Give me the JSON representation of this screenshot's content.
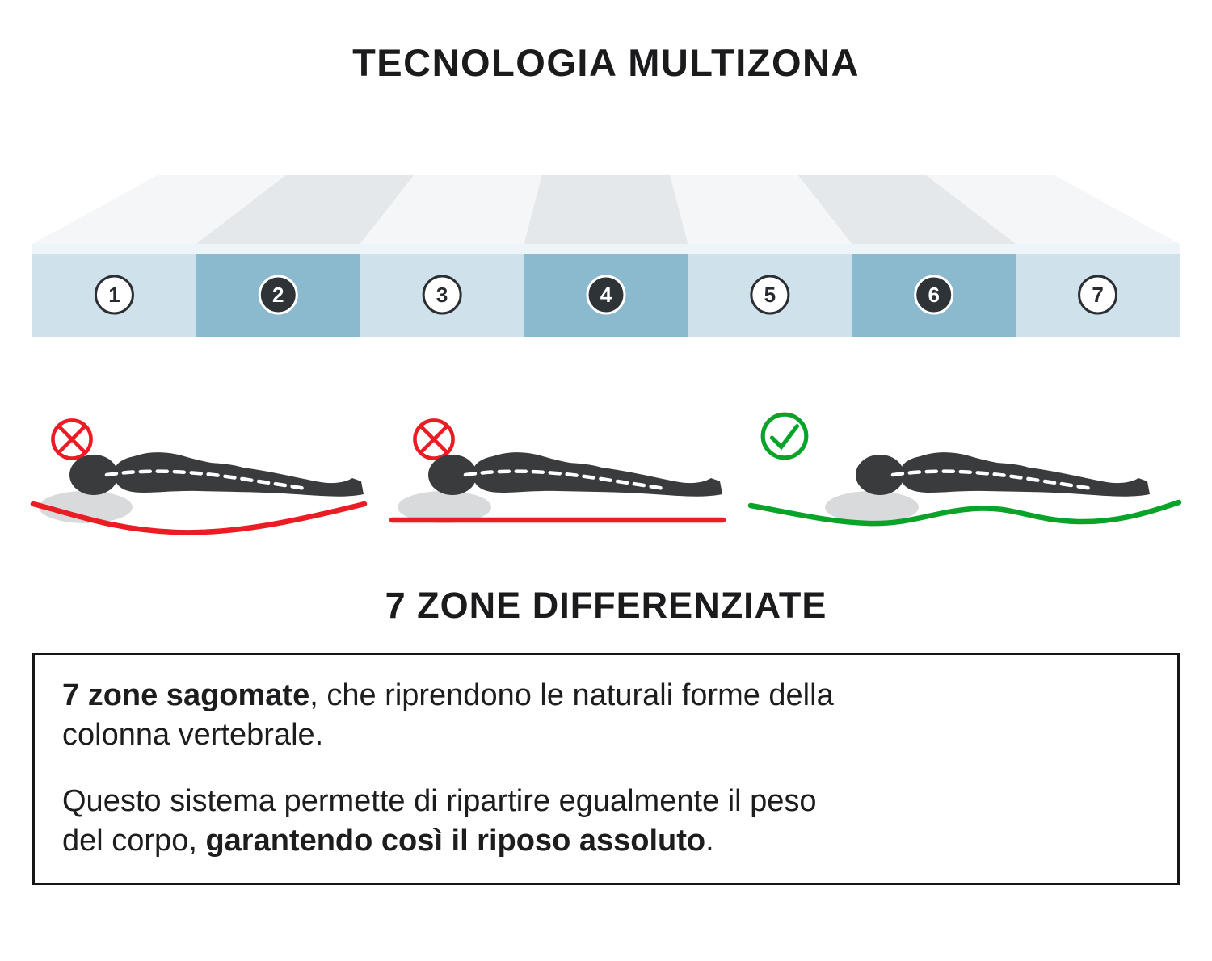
{
  "title": "TECNOLOGIA MULTIZONA",
  "subtitle": "7 ZONE DIFFERENZIATE",
  "mattress": {
    "zones": [
      {
        "number": "1",
        "tone": "light"
      },
      {
        "number": "2",
        "tone": "dark"
      },
      {
        "number": "3",
        "tone": "light"
      },
      {
        "number": "4",
        "tone": "dark"
      },
      {
        "number": "5",
        "tone": "light"
      },
      {
        "number": "6",
        "tone": "dark"
      },
      {
        "number": "7",
        "tone": "light"
      }
    ]
  },
  "scenes": [
    {
      "icon": "cross-icon",
      "verdict": "wrong",
      "surface": "sagging"
    },
    {
      "icon": "cross-icon",
      "verdict": "wrong",
      "surface": "flat-rigid"
    },
    {
      "icon": "check-icon",
      "verdict": "right",
      "surface": "multizone-contour"
    }
  ],
  "infobox": {
    "p1_bold": "7 zone sagomate",
    "p1_rest1": ", che riprendono le naturali forme della",
    "p1_rest2": "colonna vertebrale.",
    "p2_l1": "Questo sistema permette di ripartire egualmente il peso",
    "p2_l2_start": "del corpo, ",
    "p2_bold": "garantendo così il riposo assoluto",
    "p2_end": "."
  },
  "colors": {
    "band_light": "#cfe2ec",
    "band_dark": "#8bb9ce",
    "top_light": "#f4f6f7",
    "top_dark": "#e4e8ea",
    "edge": "#eef5f9",
    "bad": "#ec1c24",
    "good": "#0aa32a",
    "body": "#3a3b3d",
    "pillow": "#d9dadb",
    "circle_dark": "#2e3338",
    "ink": "#1c1c1e"
  }
}
